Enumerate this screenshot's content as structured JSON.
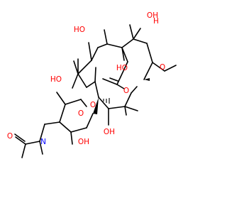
{
  "molecule": {
    "colors": {
      "bond": "#000000",
      "oxygen": "#ff0000",
      "nitrogen": "#0000ff",
      "background": "#ffffff"
    },
    "atom_labels": {
      "oh_top_right": "OH",
      "oh_top_right_h": "H",
      "oh_inner": "HO",
      "oh_left_upper": "HO",
      "oh_left_lower": "HO",
      "oh_lower_mid": "OH",
      "oh_sugar": "OH",
      "ring_oxygen_macro": "O",
      "carbonyl_oxygen": "O",
      "ether_oxygen": "O",
      "sugar_ring_oxygen": "O",
      "amide_oxygen": "O",
      "amide_nitrogen": "N"
    }
  }
}
